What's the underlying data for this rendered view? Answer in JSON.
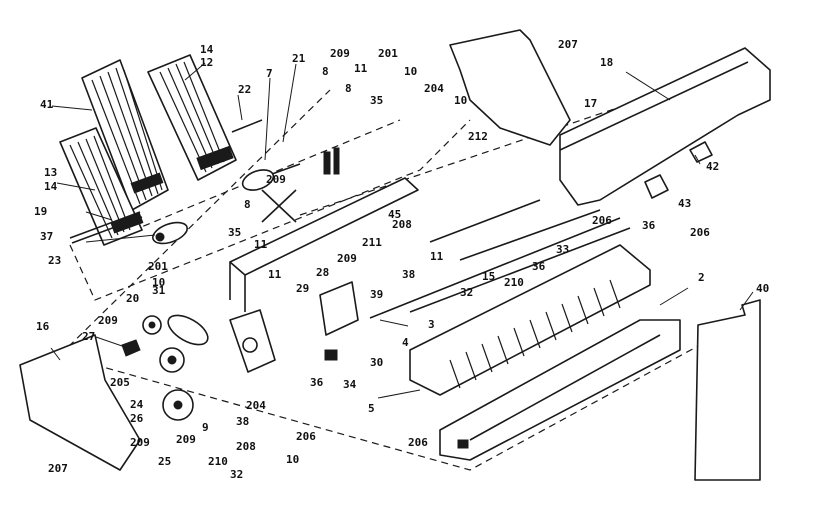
{
  "callouts": [
    {
      "text": "41"
    },
    {
      "text": "14"
    },
    {
      "text": "12"
    },
    {
      "text": "7"
    },
    {
      "text": "22"
    },
    {
      "text": "21"
    },
    {
      "text": "209"
    },
    {
      "text": "8"
    },
    {
      "text": "8"
    },
    {
      "text": "11"
    },
    {
      "text": "35"
    },
    {
      "text": "201"
    },
    {
      "text": "10"
    },
    {
      "text": "204"
    },
    {
      "text": "10"
    },
    {
      "text": "207"
    },
    {
      "text": "18"
    },
    {
      "text": "17"
    },
    {
      "text": "212"
    },
    {
      "text": "42"
    },
    {
      "text": "43"
    },
    {
      "text": "206"
    },
    {
      "text": "36"
    },
    {
      "text": "206"
    },
    {
      "text": "13"
    },
    {
      "text": "14"
    },
    {
      "text": "19"
    },
    {
      "text": "37"
    },
    {
      "text": "23"
    },
    {
      "text": "209"
    },
    {
      "text": "8"
    },
    {
      "text": "35"
    },
    {
      "text": "11"
    },
    {
      "text": "201"
    },
    {
      "text": "10"
    },
    {
      "text": "20"
    },
    {
      "text": "31"
    },
    {
      "text": "11"
    },
    {
      "text": "45"
    },
    {
      "text": "208"
    },
    {
      "text": "38"
    },
    {
      "text": "11"
    },
    {
      "text": "32"
    },
    {
      "text": "15"
    },
    {
      "text": "210"
    },
    {
      "text": "36"
    },
    {
      "text": "33"
    },
    {
      "text": "2"
    },
    {
      "text": "40"
    },
    {
      "text": "209"
    },
    {
      "text": "211"
    },
    {
      "text": "28"
    },
    {
      "text": "29"
    },
    {
      "text": "39"
    },
    {
      "text": "3"
    },
    {
      "text": "4"
    },
    {
      "text": "30"
    },
    {
      "text": "34"
    },
    {
      "text": "36"
    },
    {
      "text": "16"
    },
    {
      "text": "209"
    },
    {
      "text": "27"
    },
    {
      "text": "205"
    },
    {
      "text": "24"
    },
    {
      "text": "26"
    },
    {
      "text": "209"
    },
    {
      "text": "25"
    },
    {
      "text": "209"
    },
    {
      "text": "9"
    },
    {
      "text": "38"
    },
    {
      "text": "204"
    },
    {
      "text": "206"
    },
    {
      "text": "10"
    },
    {
      "text": "208"
    },
    {
      "text": "210"
    },
    {
      "text": "32"
    },
    {
      "text": "207"
    },
    {
      "text": "5"
    },
    {
      "text": "206"
    }
  ]
}
